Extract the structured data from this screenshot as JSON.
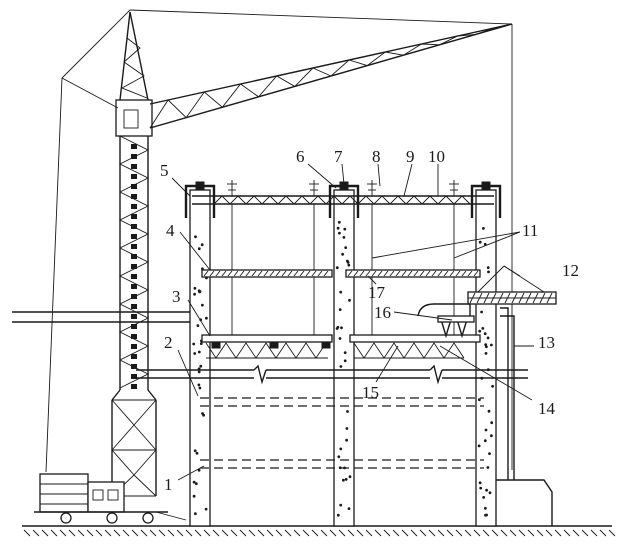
{
  "diagram": {
    "colors": {
      "ink": "#1a1a1a",
      "background": "#ffffff"
    },
    "labels": [
      {
        "id": "1",
        "text": "1"
      },
      {
        "id": "2",
        "text": "2"
      },
      {
        "id": "3",
        "text": "3"
      },
      {
        "id": "4",
        "text": "4"
      },
      {
        "id": "5",
        "text": "5"
      },
      {
        "id": "6",
        "text": "6"
      },
      {
        "id": "7",
        "text": "7"
      },
      {
        "id": "8",
        "text": "8"
      },
      {
        "id": "9",
        "text": "9"
      },
      {
        "id": "10",
        "text": "10"
      },
      {
        "id": "11",
        "text": "11"
      },
      {
        "id": "12",
        "text": "12"
      },
      {
        "id": "13",
        "text": "13"
      },
      {
        "id": "14",
        "text": "14"
      },
      {
        "id": "15",
        "text": "15"
      },
      {
        "id": "16",
        "text": "16"
      },
      {
        "id": "17",
        "text": "17"
      }
    ]
  }
}
